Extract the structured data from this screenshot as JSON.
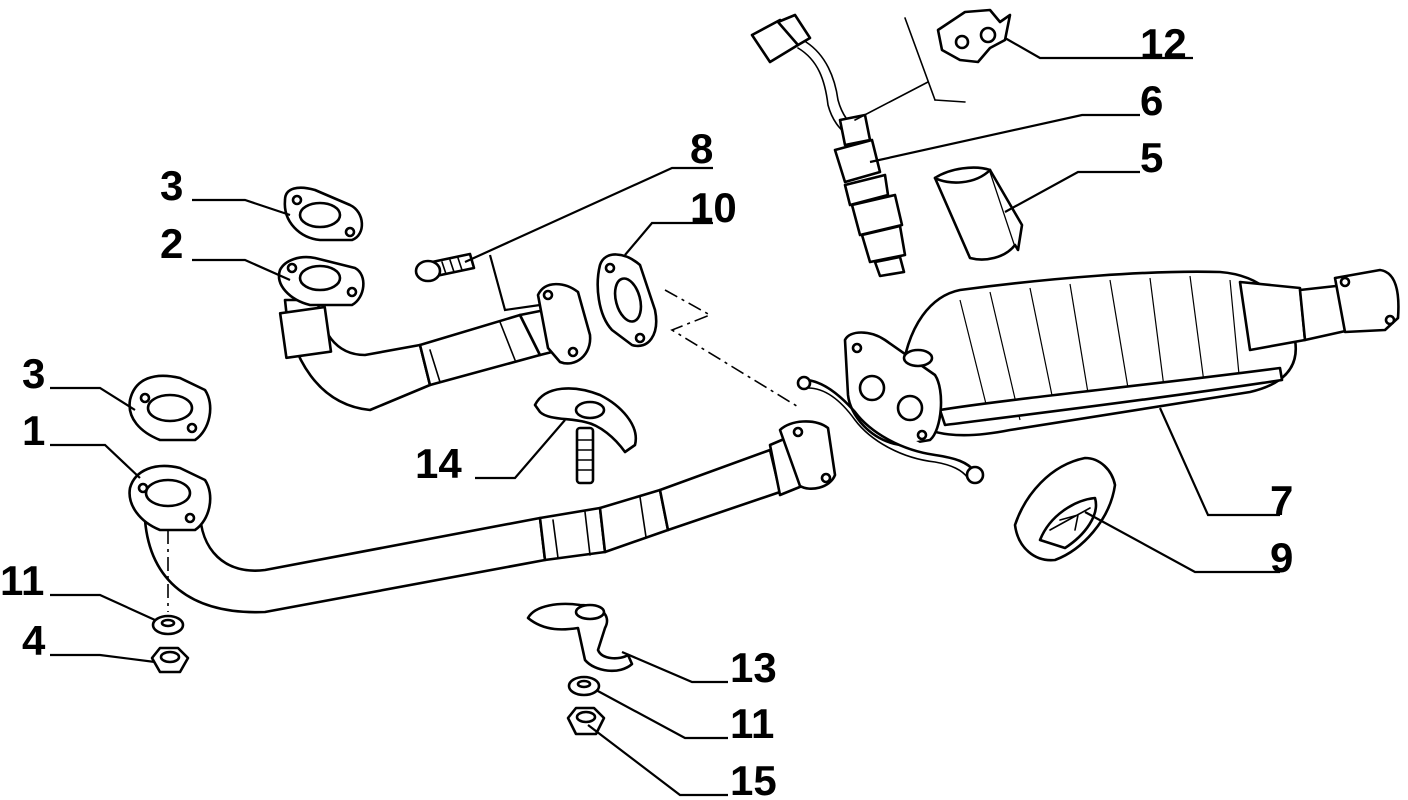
{
  "callouts": {
    "c1": "1",
    "c2": "2",
    "c3a": "3",
    "c3b": "3",
    "c4": "4",
    "c5": "5",
    "c6": "6",
    "c7": "7",
    "c8": "8",
    "c9": "9",
    "c10": "10",
    "c11a": "11",
    "c11b": "11",
    "c12": "12",
    "c13": "13",
    "c14": "14",
    "c15": "15"
  }
}
